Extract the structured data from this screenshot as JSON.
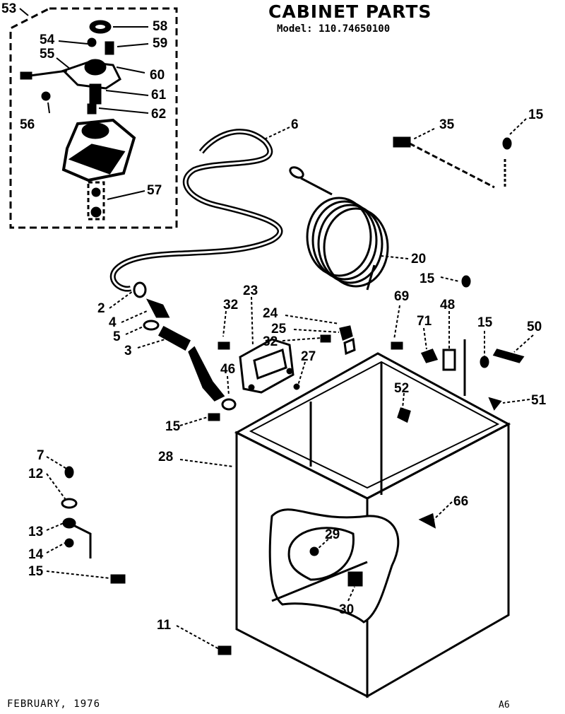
{
  "header": {
    "title": "CABINET PARTS",
    "model_line": "Model: 110.74650100"
  },
  "footer": {
    "date": "FEBRUARY, 1976",
    "code": "A6"
  },
  "callouts": [
    "53",
    "54",
    "55",
    "56",
    "57",
    "58",
    "59",
    "60",
    "61",
    "62",
    "6",
    "35",
    "15",
    "20",
    "2",
    "4",
    "5",
    "3",
    "32",
    "23",
    "24",
    "25",
    "27",
    "46",
    "69",
    "71",
    "48",
    "50",
    "51",
    "52",
    "28",
    "7",
    "12",
    "13",
    "14",
    "11",
    "29",
    "30",
    "66"
  ]
}
